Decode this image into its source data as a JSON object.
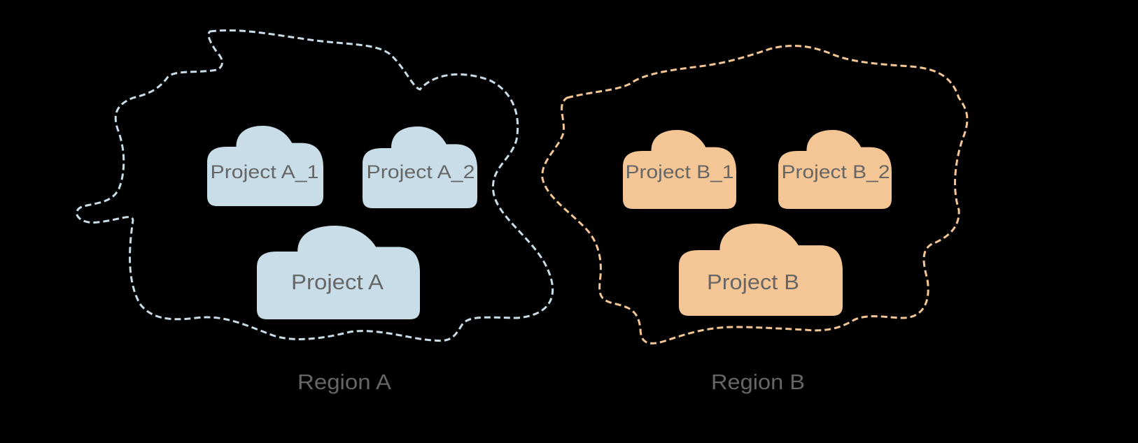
{
  "diagram": {
    "regions": [
      {
        "name": "Region A",
        "border_color": "#c8dde8",
        "fill_color": "#c8dde8",
        "projects": [
          {
            "label": "Project A_1",
            "role": "sub"
          },
          {
            "label": "Project A_2",
            "role": "sub"
          },
          {
            "label": "Project A",
            "role": "main"
          }
        ]
      },
      {
        "name": "Region B",
        "border_color": "#f5c695",
        "fill_color": "#f5c695",
        "projects": [
          {
            "label": "Project B_1",
            "role": "sub"
          },
          {
            "label": "Project B_2",
            "role": "sub"
          },
          {
            "label": "Project B",
            "role": "main"
          }
        ]
      }
    ],
    "text_color": "#666666",
    "background": "#000000"
  }
}
